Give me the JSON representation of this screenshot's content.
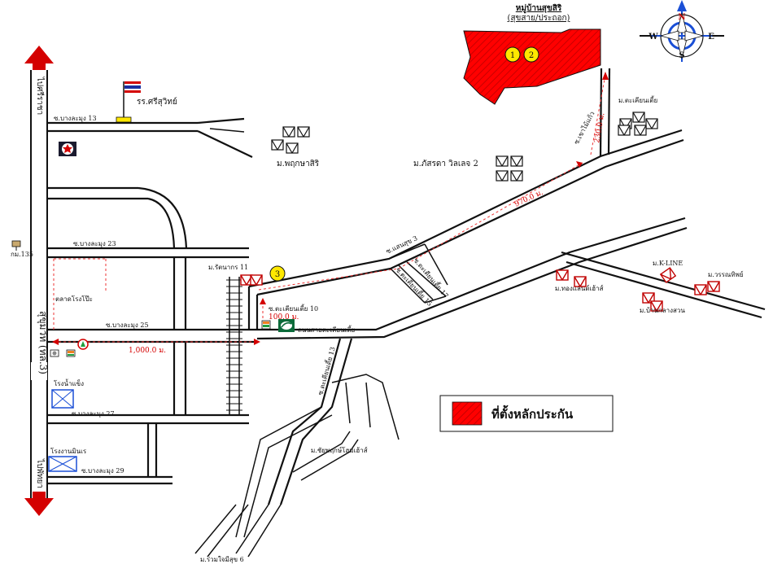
{
  "project": {
    "name": "หมู่บ้านสุขสิริ",
    "subname": "(สุขสาย/ประถอก)"
  },
  "markers": [
    "1",
    "2",
    "3"
  ],
  "compass": {
    "n": "N",
    "s": "S",
    "e": "E",
    "w": "W"
  },
  "highway": {
    "name": "สุขุมวิท (ทล.3)",
    "to_top": "ไปศรีราชา",
    "to_bottom": "ไปพัทยา",
    "km": "กม.135"
  },
  "roads": {
    "soi13": "ซ.บางละมุง 13",
    "soi23": "ซ.บางละมุง 23",
    "soi25": "ซ.บางละมุง 25",
    "soi27": "ซ.บางละมุง 27",
    "soi29": "ซ.บางละมุง 29",
    "khao_mai_kaeo": "ซ.เขาไม้แก้ว",
    "khaen_mai_3": "ซ.แสนสุข 3",
    "takhian_tia_10": "ซ.ตะเคียนเตี้ย 10",
    "takhian_tia_road": "ถนนสายตะเคียนเตี้ย",
    "soi13b": "ซ.ตะเคียนเตี้ย 13",
    "soi15": "ซ.ตะเคียนเตี้ย 15",
    "soi17": "ซ.ตะเคียนเตี้ย 17",
    "school": "รร.ศรีสุวิทย์"
  },
  "places": {
    "phruksa": "ม.พฤกษาสิริ",
    "suttha": "ม.ภัสรดา วิลเลจ 2",
    "takhian": "ม.ตะเคียนเตี้ย",
    "rattanakorn": "ม.รัตนากร 11",
    "klklang": "ตลาดโรงโป๊ะ",
    "ice": "โรงน้ำแข็ง",
    "factory": "โรงงานมินเร",
    "klong": "ม.ทองแลนด์เฮ้าส์",
    "kline": "ม.K-LINE",
    "wannasit": "ม.วรรณทิพย์",
    "bankkang": "ม.บ้านกลางสวน",
    "chaiyaphruk": "ม.ชัยพฤกษ์โฮมเฮ้าส์",
    "ruamthai": "ม.ร่วมใจมีสุข 6"
  },
  "distances": {
    "d230": "230.0 ม.",
    "d970": "970.0 ม.",
    "d100": "100.0 ม.",
    "d1000": "1,000.0 ม."
  },
  "legend": {
    "label": "ที่ตั้งหลักประกัน",
    "color": "#ff0000"
  },
  "colors": {
    "site": "#ff0000",
    "dist": "#d40000",
    "marker": "#ffe800",
    "compass": "#1a4fd6"
  }
}
